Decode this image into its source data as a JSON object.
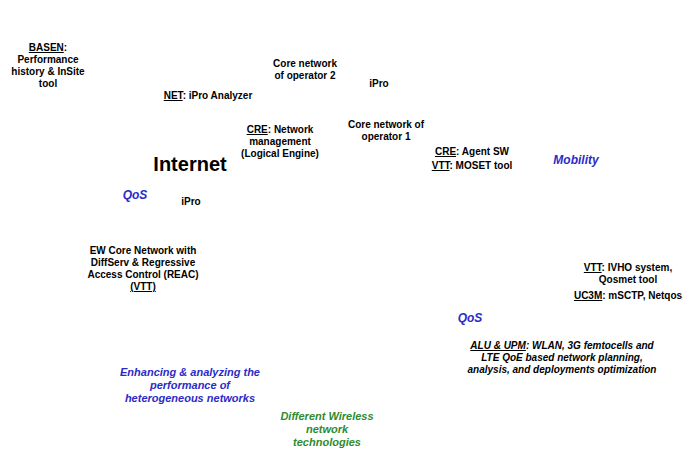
{
  "diagram": {
    "nodes": [
      {
        "text": [
          "Internet"
        ]
      },
      {
        "text": [
          "QoS"
        ],
        "in": 0
      },
      {
        "text": [
          "Core network of operator 2"
        ]
      },
      {
        "text": [
          "Core network of operator 1"
        ]
      },
      {
        "text": [
          "EW Core Network with DiffServ & Regressive Access Control (REAC)",
          "(VTT)"
        ]
      },
      {
        "text": [
          "Enhancing & analyzing the performance of heterogeneous networks"
        ]
      },
      {
        "text": [
          "Mobility"
        ]
      },
      {
        "text": [
          "QoS"
        ]
      }
    ],
    "labels": [
      "BASEN",
      ": Performance history & InSite tool",
      "NET",
      ": iPro Analyzer",
      "iPro",
      "CRE",
      ": Network management (Logical Engine)",
      "iPro",
      "CRE",
      ": Agent SW",
      "VTT",
      ": MOSET tool",
      "VTT",
      ": IVHO system, Qosmet tool",
      "UC3M",
      ": mSCTP, Netqos",
      "ALU & UPM",
      ": WLAN, 3G femtocells and LTE QoE based network planning, analysis, and deployments optimization",
      "Different Wireless network technologies"
    ]
  }
}
